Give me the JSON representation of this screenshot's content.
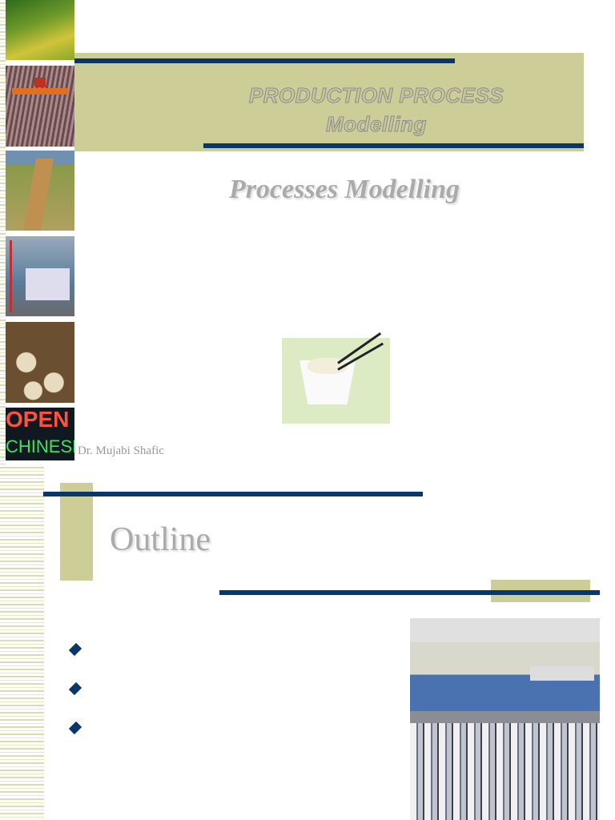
{
  "slide1": {
    "title": "PRODUCTION PROCESS",
    "title_line2": "Modelling",
    "subtitle": "Processes Modelling",
    "author": "Dr. Mujabi Shafic",
    "sign_text": "OPEN CHINESE FO"
  },
  "slide2": {
    "title": "Outline",
    "bullets": [
      "",
      "",
      ""
    ]
  },
  "colors": {
    "navy": "#0b3668",
    "olive": "#cdcd98",
    "title_gray": "#aaaaaa"
  }
}
